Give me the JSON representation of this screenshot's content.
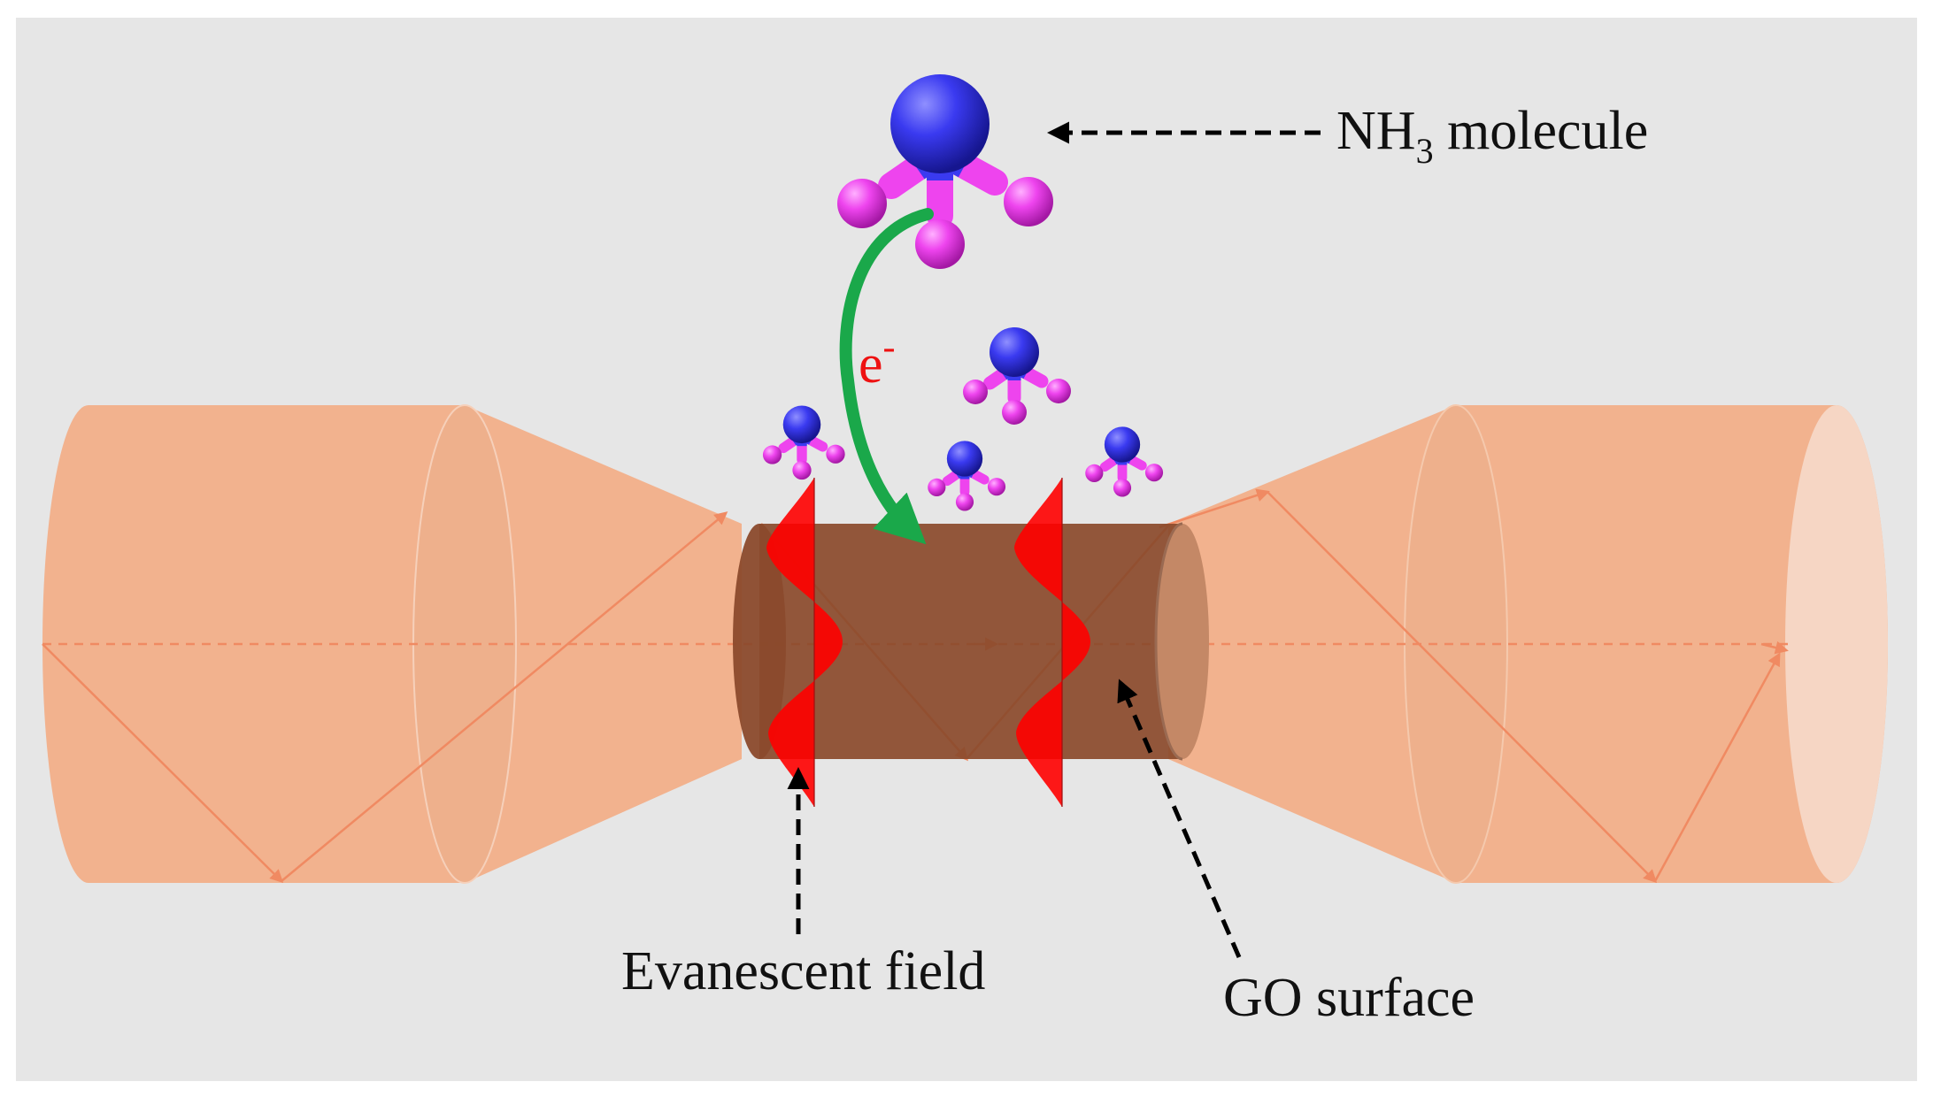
{
  "labels": {
    "nh3_prefix": "NH",
    "nh3_subscript": "3",
    "nh3_suffix": " molecule",
    "electron_base": "e",
    "electron_sup": "-",
    "evanescent": "Evanescent field",
    "go_surface": "GO surface"
  },
  "colors": {
    "background": "#e6e6e6",
    "fiber": "#f2b28e",
    "fiber_light": "#f6ccb3",
    "ray": "#f08a62",
    "go_coating": "#8b4a2c",
    "field": "#ff0000",
    "nitrogen": "#3a3af0",
    "hydrogen": "#ee44ee",
    "electron_arrow": "#1aa84a",
    "electron_text": "#ee1111",
    "pointer": "#000000"
  },
  "icons": [
    "nh3-molecule-icon",
    "evanescent-wave-icon",
    "electron-transfer-arrow-icon"
  ]
}
